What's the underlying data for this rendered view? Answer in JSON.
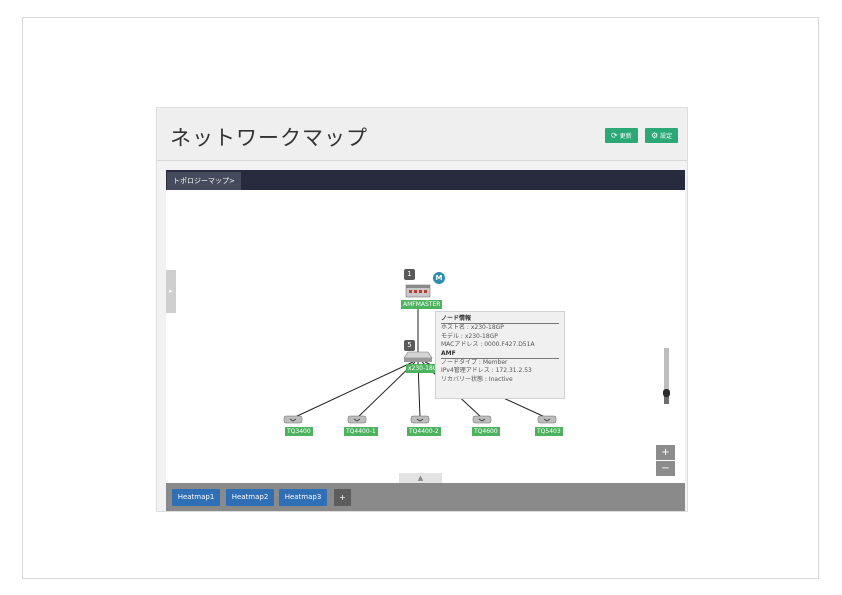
{
  "page": {
    "title": "ネットワークマップ",
    "buttons": {
      "refresh": "更新",
      "settings": "設定"
    }
  },
  "map": {
    "tab_label": "トポロジーマップ>",
    "side_handle": "▸",
    "collapse_handle": "▲",
    "nodes": {
      "master": {
        "label": "AMFMASTER",
        "badge": "1",
        "role_badge": "M"
      },
      "switch": {
        "label": "x230-18GP",
        "badge": "5"
      },
      "aps": [
        "TQ3400",
        "TQ4400-1",
        "TQ4400-2",
        "TQ4600",
        "TQ5403"
      ]
    },
    "tooltip": {
      "heading1": "ノード情報",
      "host": "ホスト名 : x230-18GP",
      "model": "モデル : x230-18GP",
      "mac": "MACアドレス : 0000.F427.D51A",
      "heading2": "AMF",
      "node_type": "ノードタイプ : Member",
      "ipv4": "IPv4管理アドレス : 172.31.2.53",
      "recovery": "リカバリー状態 : Inactive"
    },
    "zoom": {
      "in": "+",
      "out": "−",
      "level": 0.2
    }
  },
  "heatmap_tabs": [
    "Heatmap1",
    "Heatmap2",
    "Heatmap3"
  ],
  "add_tab": "+",
  "colors": {
    "accent": "#2aa876",
    "node_label": "#4cb25e",
    "heatmap_tab": "#2f6fb5",
    "dark_bar": "#272b3d"
  }
}
